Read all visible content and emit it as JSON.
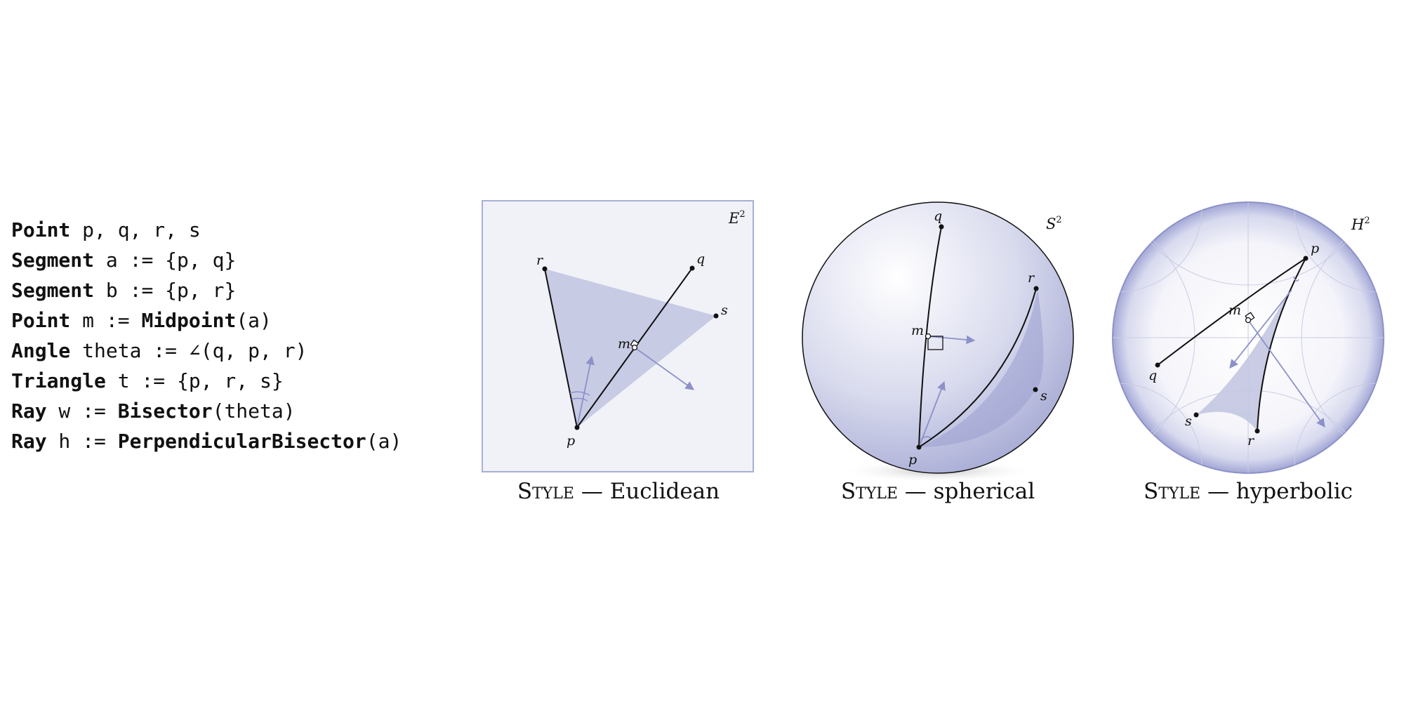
{
  "program": {
    "lines": [
      {
        "keyword": "Point",
        "rest": " p, q, r, s",
        "func": "",
        "args": ""
      },
      {
        "keyword": "Segment",
        "rest": " a := {p, q}",
        "func": "",
        "args": ""
      },
      {
        "keyword": "Segment",
        "rest": " b := {p, r}",
        "func": "",
        "args": ""
      },
      {
        "keyword": "Point",
        "rest": " m := ",
        "func": "Midpoint",
        "args": "(a)"
      },
      {
        "keyword": "Angle",
        "rest": " theta := ∠(q, p, r)",
        "func": "",
        "args": ""
      },
      {
        "keyword": "Triangle",
        "rest": " t := {p, r, s}",
        "func": "",
        "args": ""
      },
      {
        "keyword": "Ray",
        "rest": " w := ",
        "func": "Bisector",
        "args": "(theta)"
      },
      {
        "keyword": "Ray",
        "rest": " h := ",
        "func": "PerpendicularBisector",
        "args": "(a)"
      }
    ]
  },
  "figures": [
    {
      "id": "euclidean",
      "space_label": "E",
      "space_exp": "2",
      "caption_sc": "Style",
      "caption_rest": " — Euclidean",
      "points": {
        "p": "p",
        "q": "q",
        "r": "r",
        "s": "s",
        "m": "m"
      }
    },
    {
      "id": "spherical",
      "space_label": "S",
      "space_exp": "2",
      "caption_sc": "Style",
      "caption_rest": " — spherical",
      "points": {
        "p": "p",
        "q": "q",
        "r": "r",
        "s": "s",
        "m": "m"
      }
    },
    {
      "id": "hyperbolic",
      "space_label": "H",
      "space_exp": "2",
      "caption_sc": "Style",
      "caption_rest": " — hyperbolic",
      "points": {
        "p": "p",
        "q": "q",
        "r": "r",
        "s": "s",
        "m": "m"
      }
    }
  ],
  "colors": {
    "accent": "#8c91c8",
    "fill": "#c3c6e1",
    "panel_bg": "#f1f2f8",
    "panel_border": "#a9b0d6",
    "ink": "#111111"
  }
}
